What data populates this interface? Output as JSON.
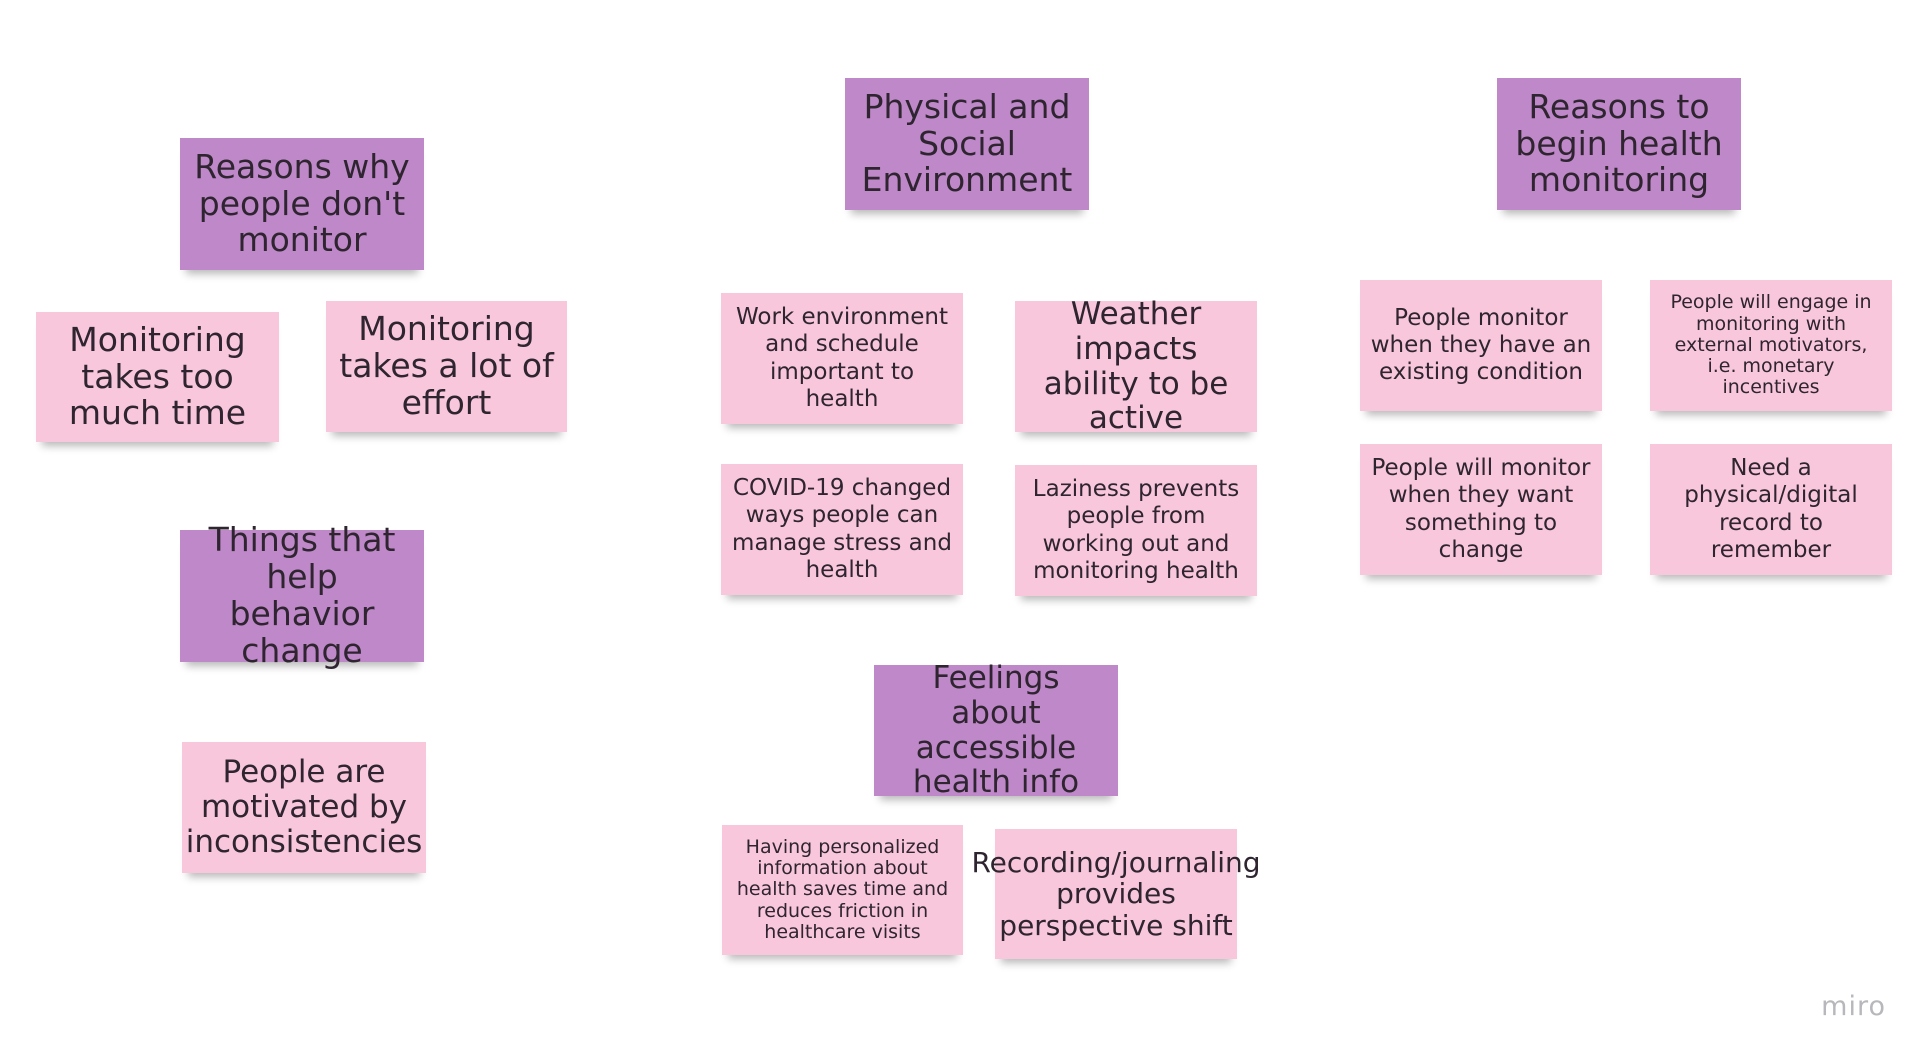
{
  "headers": {
    "reasons_not_monitor": "Reasons why people don't monitor",
    "behavior_change": "Things that help behavior change",
    "physical_social": "Physical and Social Environment",
    "accessible_info": "Feelings about accessible health info",
    "begin_monitoring": "Reasons to begin health monitoring"
  },
  "notes": {
    "takes_time": "Monitoring takes too much time",
    "effort": "Monitoring takes a lot of effort",
    "inconsistencies": "People are motivated by inconsistencies",
    "work_environment": "Work environment and schedule important to health",
    "weather": "Weather impacts ability to be active",
    "covid": "COVID-19 changed ways people can manage stress and health",
    "laziness": "Laziness prevents people from working out and monitoring health",
    "personalized_info": "Having personalized information about health saves time and reduces friction in healthcare visits",
    "journaling": "Recording/journaling provides perspective shift",
    "existing_condition": "People monitor when they have an existing condition",
    "external_motivators": "People will engage in monitoring with external motivators, i.e. monetary incentives",
    "want_change": "People will monitor when they want something to change",
    "record": "Need a physical/digital record to remember"
  },
  "watermark": "miro",
  "colors": {
    "header": "#be88c9",
    "sticky": "#f9c7dc",
    "text": "#2f2530",
    "watermark": "#b8b8bc"
  }
}
